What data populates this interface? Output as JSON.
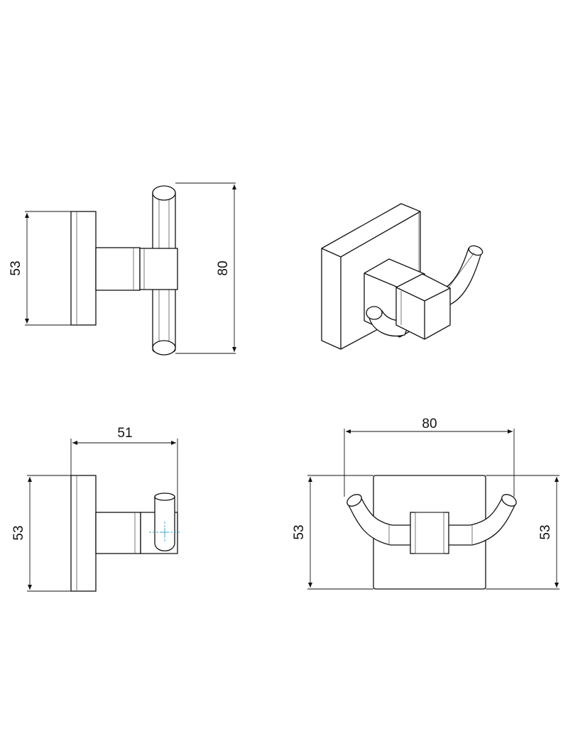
{
  "views": {
    "side": {
      "height_label": "53",
      "total_height_label": "80"
    },
    "isometric": {},
    "top": {
      "height_label": "53",
      "depth_label": "51"
    },
    "front": {
      "width_label": "80",
      "left_height_label": "53",
      "right_height_label": "53"
    }
  },
  "colors": {
    "line": "#111111",
    "centerline": "#3aa0c8",
    "background": "#ffffff"
  }
}
